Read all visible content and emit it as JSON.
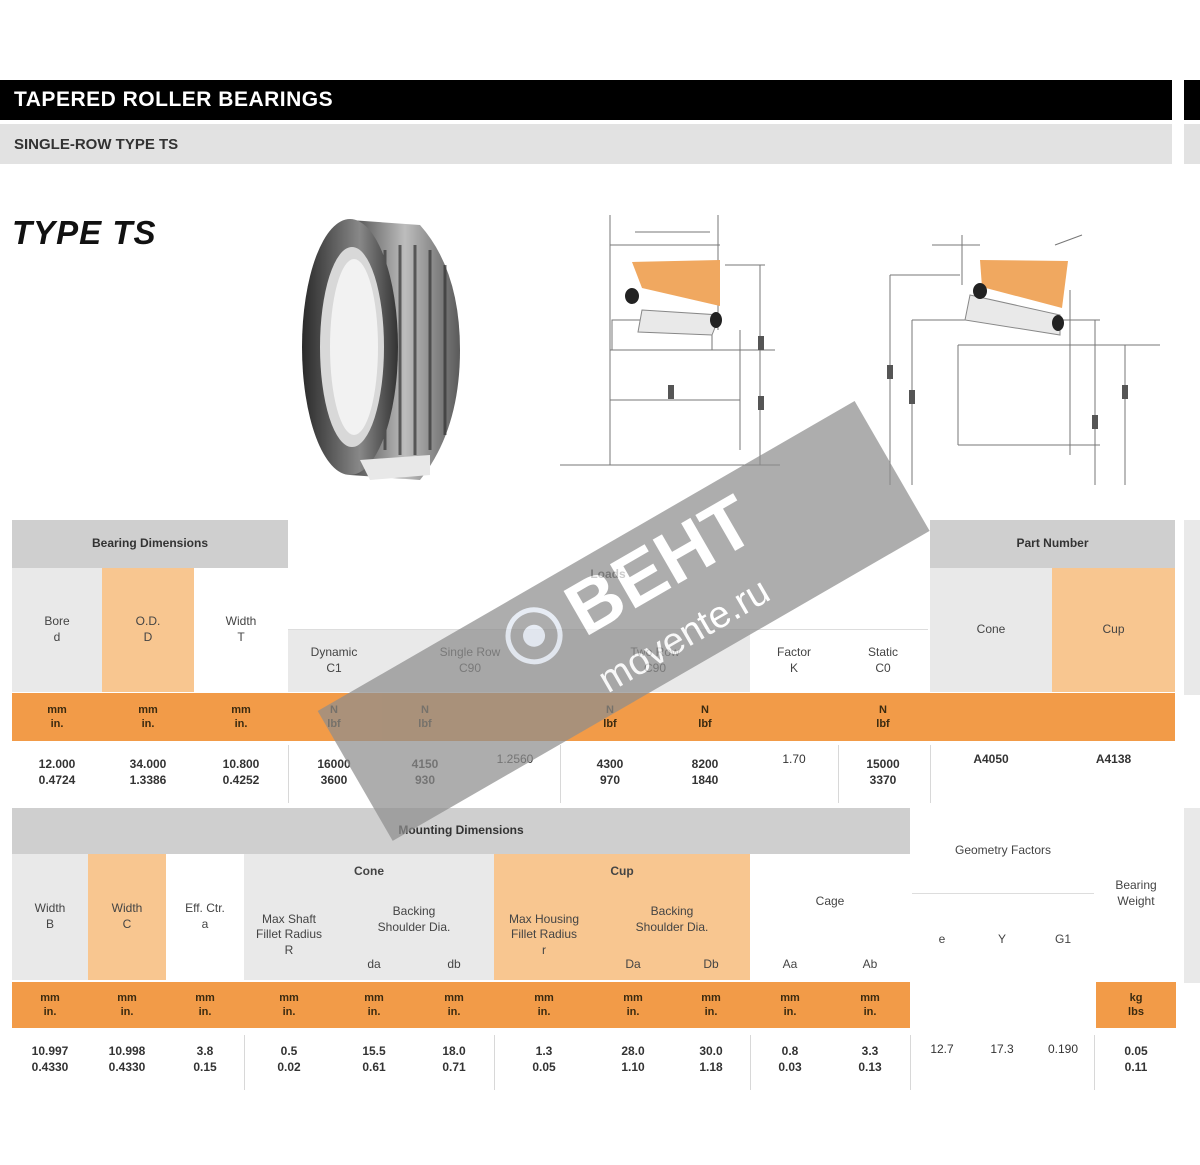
{
  "header": {
    "title": "TAPERED ROLLER BEARINGS",
    "subtitle": "SINGLE-ROW TYPE TS"
  },
  "type_label": "TYPE TS",
  "table1": {
    "group_bearing": "Bearing Dimensions",
    "group_loads": "Loads",
    "group_part": "Part Number",
    "col_bore": "Bore\nd",
    "col_od": "O.D.\nD",
    "col_width": "Width\nT",
    "col_c1": "Dynamic\nC1",
    "col_c90": "Single Row\nC90",
    "col_c90b": "Two Row\nC90",
    "col_k": "Factor\nK",
    "col_c0": "Static\nC0",
    "col_cone": "Cone",
    "col_cup": "Cup",
    "units": [
      "mm\nin.",
      "mm\nin.",
      "mm\nin.",
      "N\nlbf",
      "N\nlbf",
      "",
      "N\nlbf",
      "N\nlbf",
      "",
      "N\nlbf"
    ],
    "row": [
      "12.000\n0.4724",
      "34.000\n1.3386",
      "10.800\n0.4252",
      "16000\n3600",
      "4150\n930",
      "1.2560",
      "4300\n970",
      "8200\n1840",
      "1.70",
      "15000\n3370",
      "A4050",
      "A4138"
    ]
  },
  "table2": {
    "group_mounting": "Mounting Dimensions",
    "group_cone": "Cone",
    "group_cup": "Cup",
    "group_cage": "Cage",
    "group_geometry": "Geometry Factors",
    "group_weight": "Bearing Weight",
    "col_db": "Width\nB",
    "col_wc": "Width\nC",
    "col_eff": "Eff. Ctr.\na",
    "col_cone_r": "Max Shaft\nFillet Radius\nR",
    "col_cone_backing": "Backing\nShoulder Dia.",
    "col_da": "da",
    "col_db2": "db",
    "col_cup_r": "Max Housing\nFillet Radius\nr",
    "col_cup_backing": "Backing\nShoulder Dia.",
    "col_Da": "Da",
    "col_Db": "Db",
    "col_Aa": "Aa",
    "col_Ab": "Ab",
    "col_e": "e",
    "col_y": "Y",
    "col_g": "G1",
    "units": [
      "mm\nin.",
      "mm\nin.",
      "mm\nin.",
      "mm\nin.",
      "mm\nin.",
      "mm\nin.",
      "mm\nin.",
      "mm\nin.",
      "mm\nin.",
      "mm\nin.",
      "mm\nin.",
      "kg\nlbs"
    ],
    "row": [
      "10.997\n0.4330",
      "10.998\n0.4330",
      "3.8\n0.15",
      "0.5\n0.02",
      "15.5\n0.61",
      "18.0\n0.71",
      "1.3\n0.05",
      "28.0\n1.10",
      "30.0\n1.18",
      "0.8\n0.03",
      "3.3\n0.13",
      "12.7",
      "17.3",
      "0.190",
      "0.05\n0.11"
    ]
  },
  "watermark": {
    "brand": "ВЕНТ",
    "site": "movente.ru"
  }
}
